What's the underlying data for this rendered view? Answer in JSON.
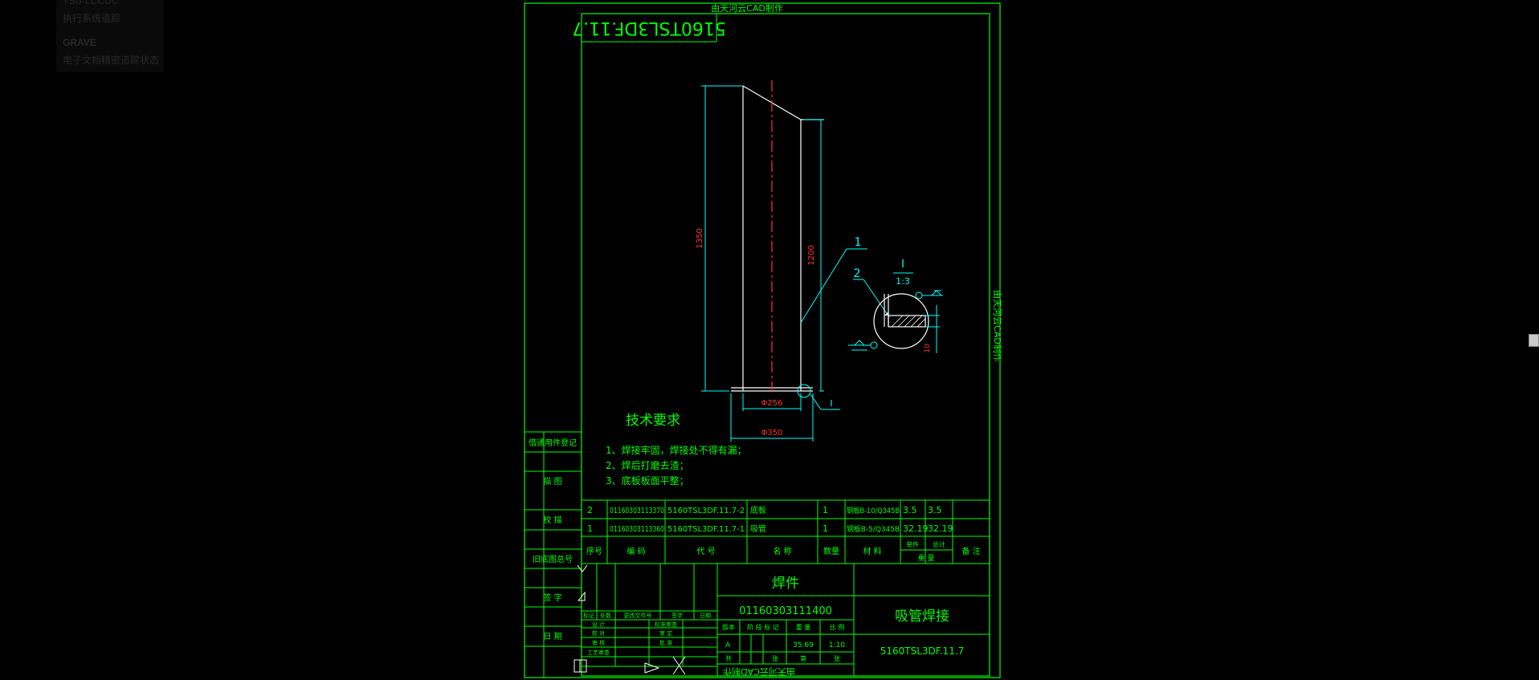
{
  "watermark_top": "由天河云CAD制作",
  "watermark_bottom": "由天河云CAD制作",
  "watermark_side": "由天河云CAD制作",
  "drawing_number_mirrored": "5160TSL3DF.11.7",
  "colors": {
    "frame": "#00ff00",
    "text": "#00ff00",
    "geometry": "#ffffff",
    "dimension": "#00ffff",
    "dimension_text": "#ff3333",
    "centerline": "#ff3333"
  },
  "dims": {
    "total_height": "1350",
    "right_height": "1200",
    "inner_dia": "Φ256",
    "outer_dia": "Φ350",
    "thickness": "10",
    "detail_mark": "I"
  },
  "detail": {
    "label": "I",
    "scale": "1:3"
  },
  "balloons": {
    "b1": "1",
    "b2": "2"
  },
  "tech": {
    "title": "技术要求",
    "lines": [
      "1、焊接牢固，焊接处不得有漏；",
      "2、焊后打磨去渣；",
      "3、底板板面平整；"
    ]
  },
  "side_labels": [
    "借通用件登记",
    "描  图",
    "校  描",
    "旧底图总号",
    "签  字",
    "日  期"
  ],
  "bom_rows": [
    {
      "no": "2",
      "code": "01160303113370",
      "part": "5160TSL3DF.11.7-2",
      "name": "底板",
      "qty": "1",
      "material": "钢板B-10/Q345B",
      "unit": "3.5",
      "total": "3.5",
      "note": ""
    },
    {
      "no": "1",
      "code": "01160303113360",
      "part": "5160TSL3DF.11.7-1",
      "name": "吸管",
      "qty": "1",
      "material": "钢板B-5/Q345B",
      "unit": "32.19",
      "total": "32.19",
      "note": ""
    }
  ],
  "bom_headers": {
    "no": "序号",
    "code": "编    码",
    "part": "代    号",
    "name": "名    称",
    "qty": "数量",
    "material": "材    料",
    "unit": "单件",
    "total": "总计",
    "weight": "重    量",
    "note": "备  注"
  },
  "title_block": {
    "category": "焊件",
    "code": "01160303111400",
    "name": "吸管焊接",
    "drawing_no": "5160TSL3DF.11.7",
    "stage_label": "阶  段  标  记",
    "weight_label": "重  量",
    "scale_label": "比  例",
    "stage_value": "A",
    "weight_value": "35.69",
    "scale_value": "1:10",
    "sheet_total_label": "共",
    "sheet_label": "张",
    "sheet_no_label": "第",
    "sheet_no_suffix": "张",
    "rev_headers": [
      "标记",
      "处数",
      "更改文件号",
      "签字",
      "日期"
    ],
    "sign_rows": [
      {
        "l": "设  计",
        "r": "标准审查"
      },
      {
        "l": "校  对",
        "r": "审  定"
      },
      {
        "l": "审  核",
        "r": "批  准"
      },
      {
        "l": "工艺审查",
        "r": ""
      }
    ],
    "sheet_edition_label": "版本"
  },
  "ghost_lines": [
    "TSU-LCCUC",
    "执行系统追踪",
    "GRAVE",
    "电子文档精密追踪状态"
  ]
}
